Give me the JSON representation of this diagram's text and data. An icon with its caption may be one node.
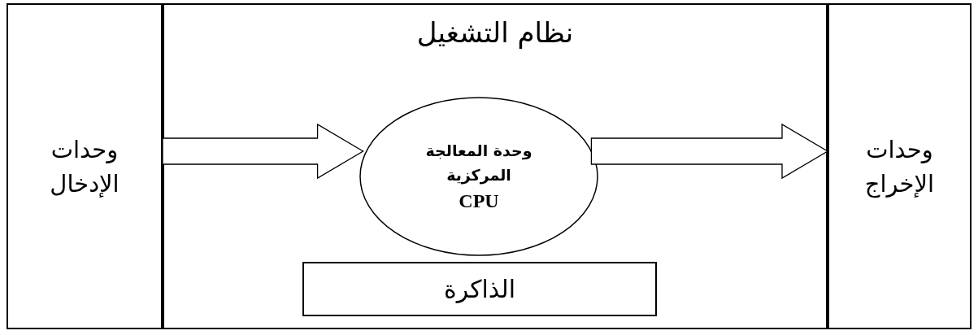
{
  "diagram": {
    "nodes": [
      {
        "text": [
          "وحدات الإدخال"
        ]
      },
      {
        "text": [
          "نظام التشغيل"
        ]
      },
      {
        "text": [
          "وحدة المعالجة المركزية",
          "CPU"
        ],
        "in": 1
      },
      {
        "text": [
          "الذاكرة"
        ],
        "in": 1
      },
      {
        "text": [
          "وحدات الإخراج"
        ]
      }
    ],
    "edges": [
      {
        "from": 0,
        "to": 2,
        "arrow": "to"
      },
      {
        "from": 2,
        "to": 4,
        "arrow": "to"
      }
    ]
  }
}
